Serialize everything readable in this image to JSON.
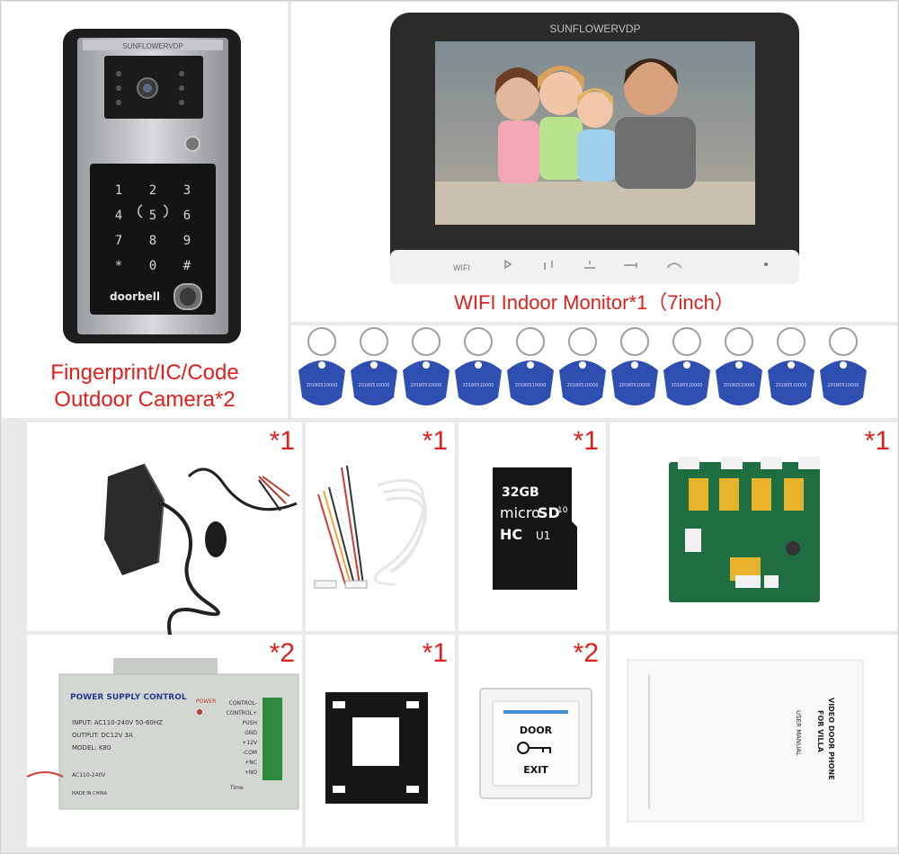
{
  "outdoor_camera": {
    "brand": "SUNFLOWERVDP",
    "keypad": [
      "1",
      "2",
      "3",
      "4",
      "5",
      "6",
      "7",
      "8",
      "9",
      "*",
      "0",
      "#"
    ],
    "logo_text": "doorbell",
    "caption_line1": "Fingerprint/IC/Code",
    "caption_line2": "Outdoor Camera*2"
  },
  "monitor": {
    "brand": "SUNFLOWERVDP",
    "wifi_label": "WIFI",
    "caption": "WIFI Indoor Monitor*1（7inch）"
  },
  "rfid_tags": {
    "count": 11,
    "tag_text": "20180510000"
  },
  "items": {
    "adapter": {
      "multiplier": "*1"
    },
    "cables": {
      "multiplier": "*1"
    },
    "sd_card": {
      "multiplier": "*1",
      "capacity": "32GB",
      "brand": "micro",
      "sd_logo": "SD",
      "hc_logo": "HC",
      "class": "10",
      "uhs": "U1"
    },
    "relay_board": {
      "multiplier": "*1"
    },
    "power_supply": {
      "multiplier": "*2",
      "title": "POWER SUPPLY CONTROL",
      "power_led_label": "POWER",
      "input": "INPUT: AC110-240V  50-60HZ",
      "output": "OUTPUT: DC12V  3A",
      "model": "MODEL: K80",
      "ac_label": "AC110-240V",
      "made_in": "MADE IN CHINA",
      "time_label": "Time",
      "terminals": [
        "CONTROL-",
        "CONTROL+",
        "PUSH",
        "GND",
        "+12V",
        "-COM",
        "+NC",
        "+NO"
      ]
    },
    "bracket": {
      "multiplier": "*1"
    },
    "exit_button": {
      "multiplier": "*2",
      "top_text": "DOOR",
      "bottom_text": "EXIT"
    },
    "manual": {
      "title_line1": "VIDEO DOOR PHONE",
      "title_line2": "FOR VILLA",
      "subtitle": "USER MANUAL"
    }
  },
  "colors": {
    "caption_red": "#e0201c",
    "tag_blue": "#2f4fb0"
  }
}
